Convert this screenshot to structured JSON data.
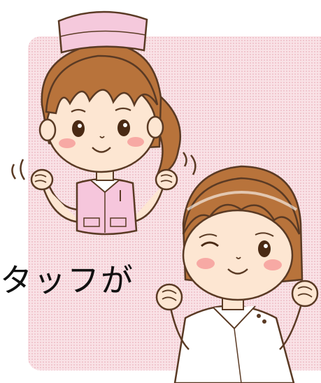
{
  "caption": "タッフが",
  "colors": {
    "panel": "#f9e2e6",
    "panel_dot": "#f0c5cd",
    "hair": "#b8733b",
    "hair_dark": "#8a4e24",
    "skin": "#fde6d2",
    "cheek": "#f7a9a4",
    "cap": "#f5c9dc",
    "uniform_pink": "#f6c6dc",
    "uniform_white": "#ffffff",
    "outline": "#5a3a24"
  },
  "icons": [
    "nurse-pink-uniform-illustration",
    "nurse-white-uniform-illustration"
  ]
}
